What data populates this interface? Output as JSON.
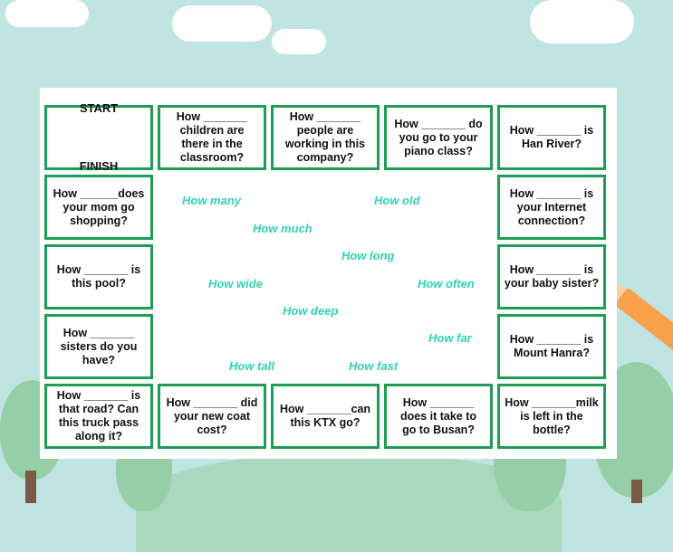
{
  "board": {
    "start_label": "START",
    "finish_label": "FINISH",
    "squares": [
      "How _______\nchildren are\nthere in the\nclassroom?",
      "How _______\npeople are\nworking in this\ncompany?",
      "How _______ do\nyou go to your\npiano class?",
      "How _______ is\nHan River?",
      "How ______does\nyour mom go\nshopping?",
      "How _______ is\nyour Internet\nconnection?",
      "How _______ is\nthis pool?",
      "How _______ is\nyour baby sister?",
      "How _______\nsisters do you\nhave?",
      "How _______ is\nMount Hanra?",
      "How _______ is\nthat road? Can\nthis truck pass\nalong it?",
      "How _______ did\nyour new coat\ncost?",
      "How _______can\nthis KTX go?",
      "How _______\ndoes it take to\ngo to Busan?",
      "How _______milk\nis left in the\nbottle?"
    ]
  },
  "word_bank": [
    "How many",
    "How old",
    "How much",
    "How long",
    "How wide",
    "How often",
    "How deep",
    "How far",
    "How tall",
    "How fast"
  ],
  "colors": {
    "square_border": "#1f9d57",
    "word_bank_text": "#2fd3b4",
    "sky": "#bfe4e1",
    "tree": "#96cfa7",
    "pencil": "#f7a14a"
  }
}
